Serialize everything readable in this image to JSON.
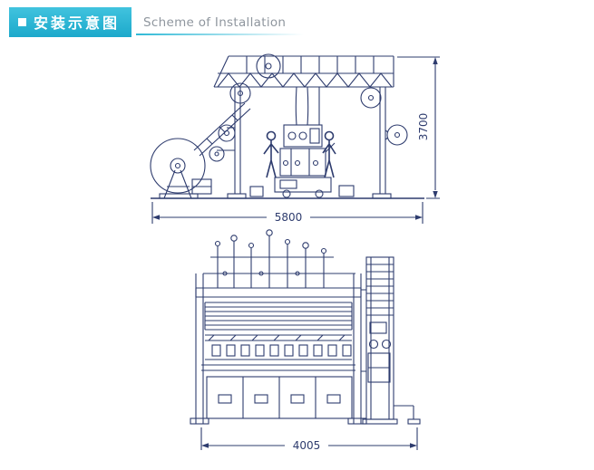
{
  "header": {
    "badge_text": "安装示意图",
    "subtitle": "Scheme of Installation"
  },
  "diagrams": {
    "side_view": {
      "label": "machine side elevation with operators",
      "height_mm": "3700",
      "length_mm": "5800"
    },
    "front_view": {
      "label": "machine front elevation",
      "width_mm": "4005"
    }
  },
  "colors": {
    "accent_cyan": "#2fb9d6",
    "line_navy": "#2e3c6e",
    "subtitle_gray": "#8f969e"
  }
}
